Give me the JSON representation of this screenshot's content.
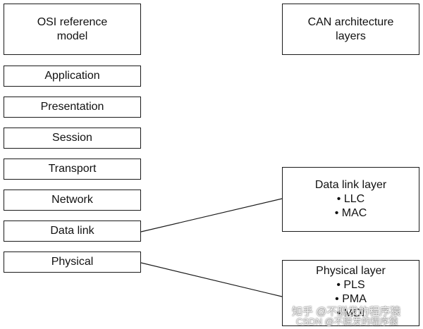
{
  "osi": {
    "header": [
      "OSI reference",
      "model"
    ],
    "layers": [
      "Application",
      "Presentation",
      "Session",
      "Transport",
      "Network",
      "Data link",
      "Physical"
    ]
  },
  "can": {
    "header": [
      "CAN architecture",
      "layers"
    ],
    "data_link": {
      "title": "Data link layer",
      "items": [
        "LLC",
        "MAC"
      ]
    },
    "physical": {
      "title": "Physical layer",
      "items": [
        "PLS",
        "PMA",
        "MDI"
      ]
    }
  },
  "watermarks": {
    "zhihu": "知乎 @不脱发的程序猿",
    "csdn": "CSDN @不脱发的程序猿"
  }
}
